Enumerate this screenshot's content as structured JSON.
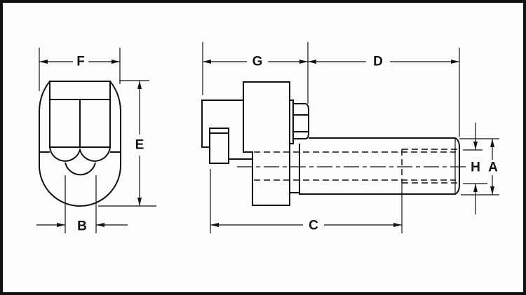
{
  "labels": {
    "F": "F",
    "E": "E",
    "B": "B",
    "G": "G",
    "D": "D",
    "C": "C",
    "H": "H",
    "A": "A"
  }
}
